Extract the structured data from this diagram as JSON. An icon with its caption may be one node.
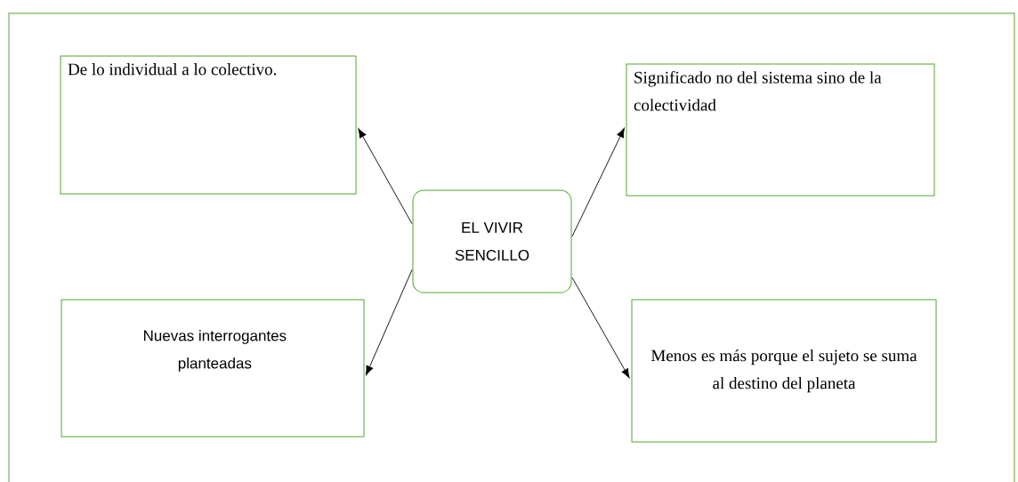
{
  "diagram": {
    "nodes": [
      {
        "text": [
          "De lo individual a lo colectivo."
        ]
      },
      {
        "text": [
          "Significado no del sistema sino de la colectividad"
        ]
      },
      {
        "text": [
          "EL VIVIR SENCILLO"
        ]
      },
      {
        "text": [
          "Nuevas interrogantes planteadas"
        ]
      },
      {
        "text": [
          "Menos es más porque el sujeto se suma al destino del planeta"
        ]
      }
    ],
    "edges": [
      {
        "from": 2,
        "to": 0,
        "arrow": "to"
      },
      {
        "from": 2,
        "to": 1,
        "arrow": "to"
      },
      {
        "from": 2,
        "to": 3,
        "arrow": "to"
      },
      {
        "from": 2,
        "to": 4,
        "arrow": "to"
      }
    ]
  }
}
